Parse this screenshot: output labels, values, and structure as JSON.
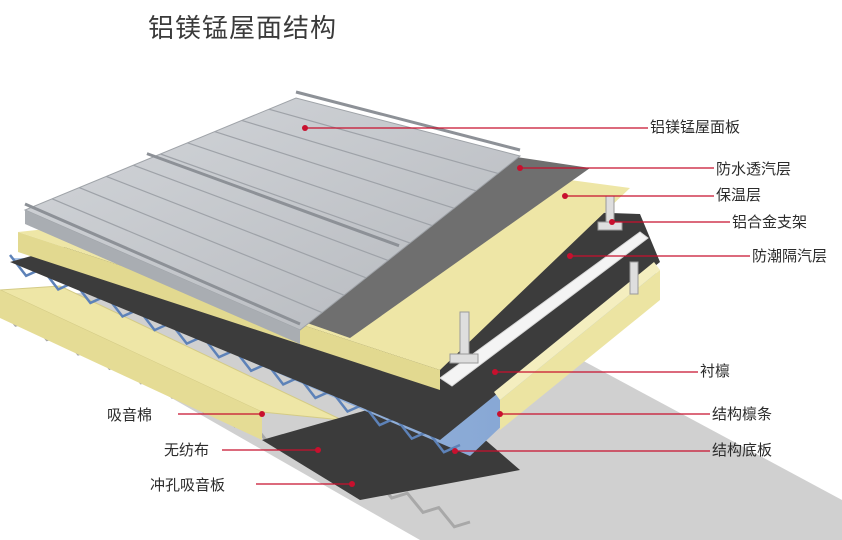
{
  "title": "铝镁锰屋面结构",
  "labels": {
    "roof_panel": "铝镁锰屋面板",
    "waterproof_membrane": "防水透汽层",
    "insulation": "保温层",
    "alloy_bracket": "铝合金支架",
    "vapor_barrier": "防潮隔汽层",
    "sub_purlin": "衬檩",
    "structural_purlin": "结构檩条",
    "structural_base_panel": "结构底板",
    "sound_absorbing_wool": "吸音棉",
    "nonwoven_fabric": "无纺布",
    "perforated_acoustic_panel": "冲孔吸音板"
  },
  "colors": {
    "leader_line": "#c8102e",
    "roof_metal": "#c4c7cc",
    "membrane": "#6e6e6e",
    "insulation": "#ede6a4",
    "vapor_barrier": "#3d3d3d",
    "base_panel": "#8fb2dd",
    "perforated_panel": "#c9c9c9"
  }
}
